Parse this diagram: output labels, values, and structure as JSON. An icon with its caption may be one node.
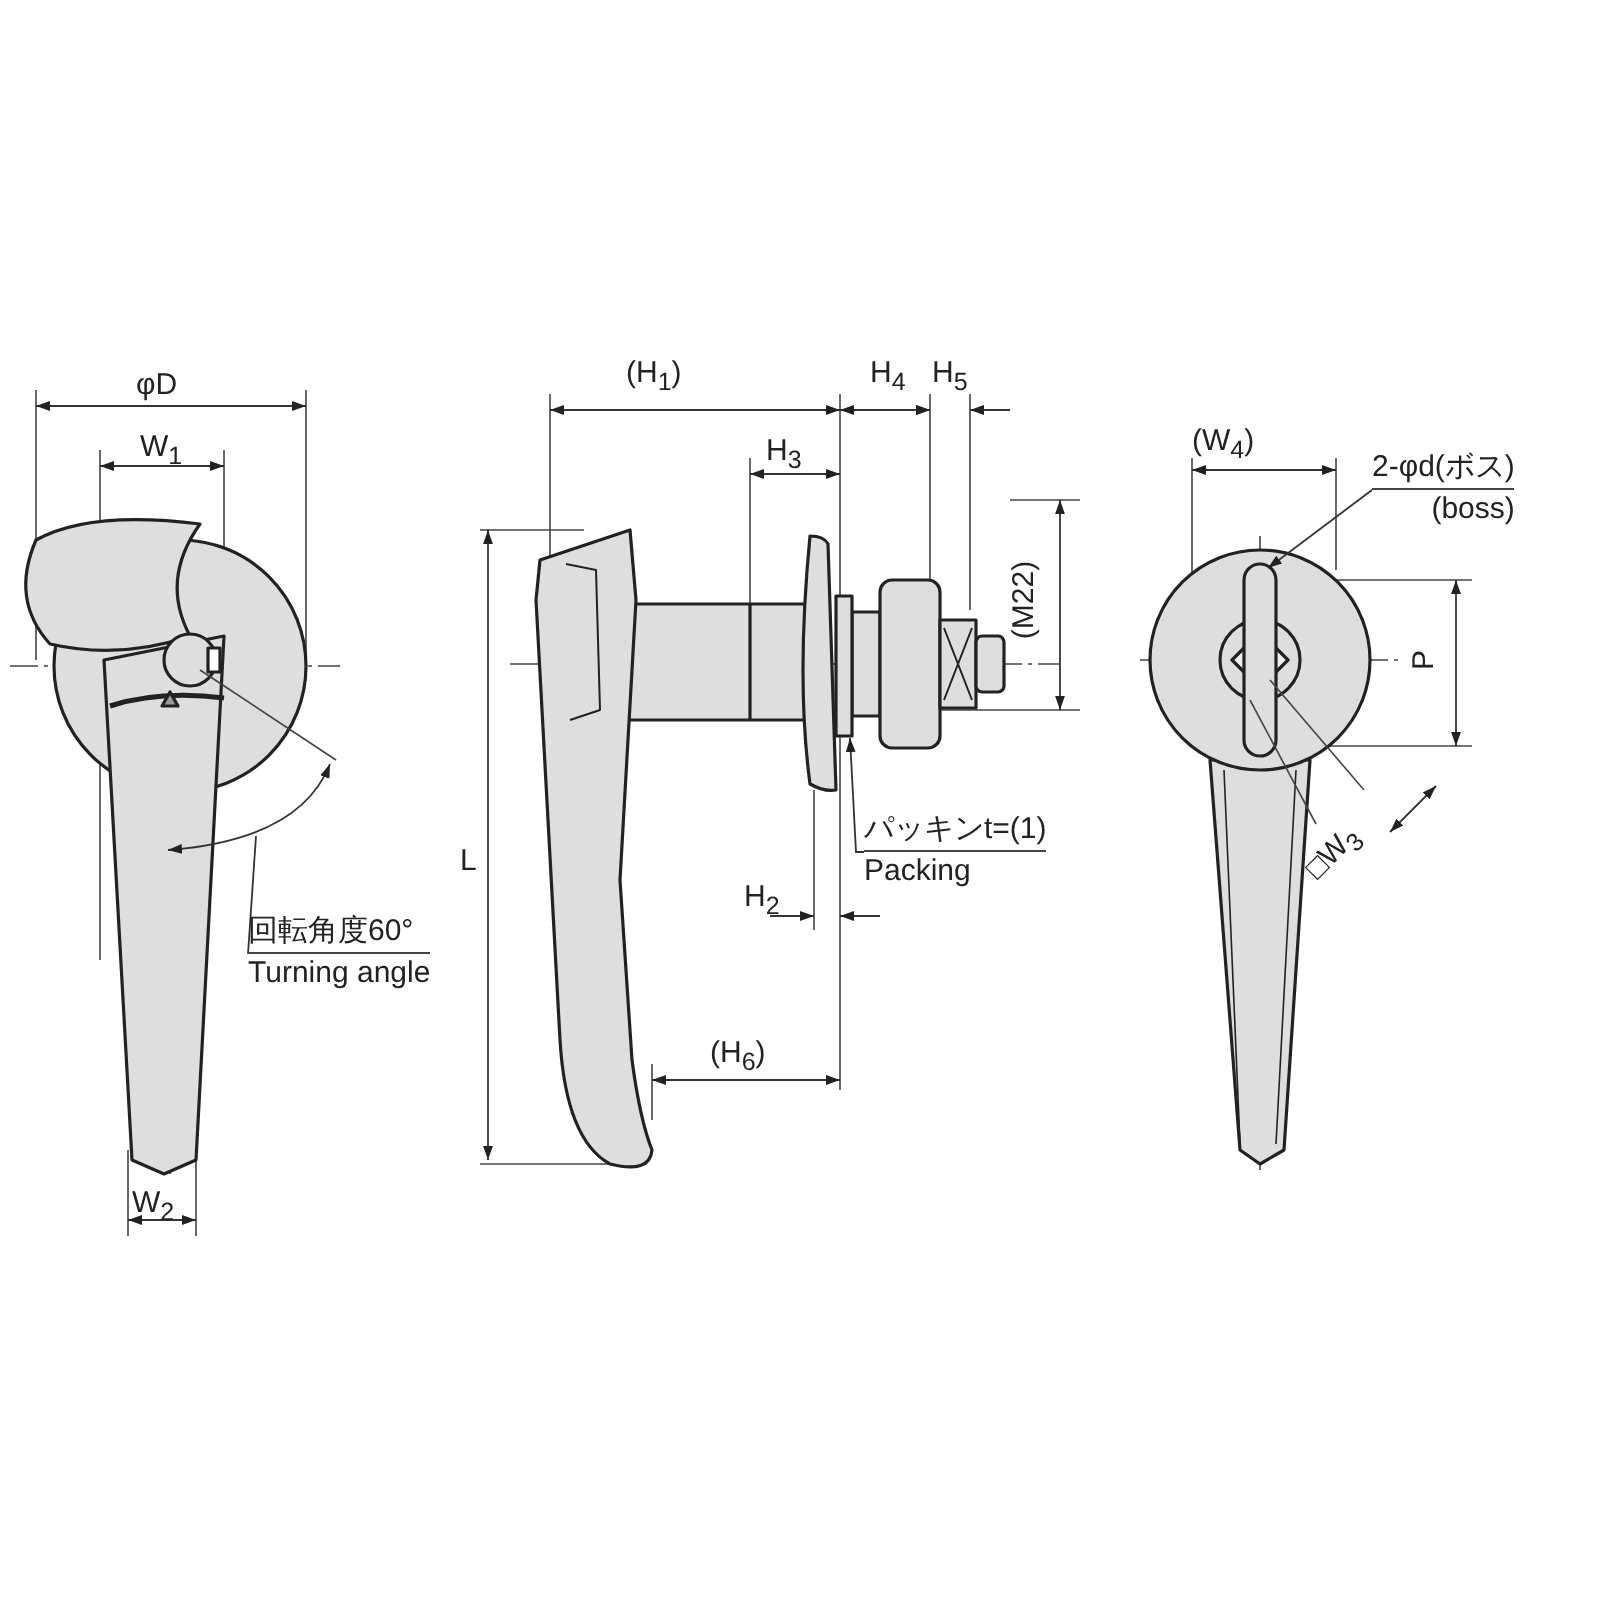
{
  "diagram": {
    "nodes": [
      {
        "text": [
          "回転角度60°",
          "Turning angle"
        ]
      },
      {
        "text": [
          "パッキンt=(1)",
          "Packing"
        ]
      },
      {
        "text": [
          "2-φd(ボス)",
          "(boss)"
        ]
      },
      {
        "text": [],
        "shape": "box"
      },
      {
        "text": [],
        "shape": "box"
      }
    ],
    "edges": [
      {
        "from": 0,
        "to": null,
        "arrow": "none"
      },
      {
        "from": 1,
        "to": 3,
        "arrow": "to"
      },
      {
        "from": 2,
        "to": 4,
        "arrow": "to"
      }
    ],
    "labels": [
      "φD",
      "W$_{1}$",
      "W$_{2}$",
      "(H$_{1}$)",
      "H$_{4}$",
      "H$_{5}$",
      "H$_{3}$",
      "(M22)",
      "L",
      "H$_{2}$",
      "(H$_{6}$)",
      "(W$_{4}$)",
      "P",
      "□W$_{3}$"
    ]
  }
}
